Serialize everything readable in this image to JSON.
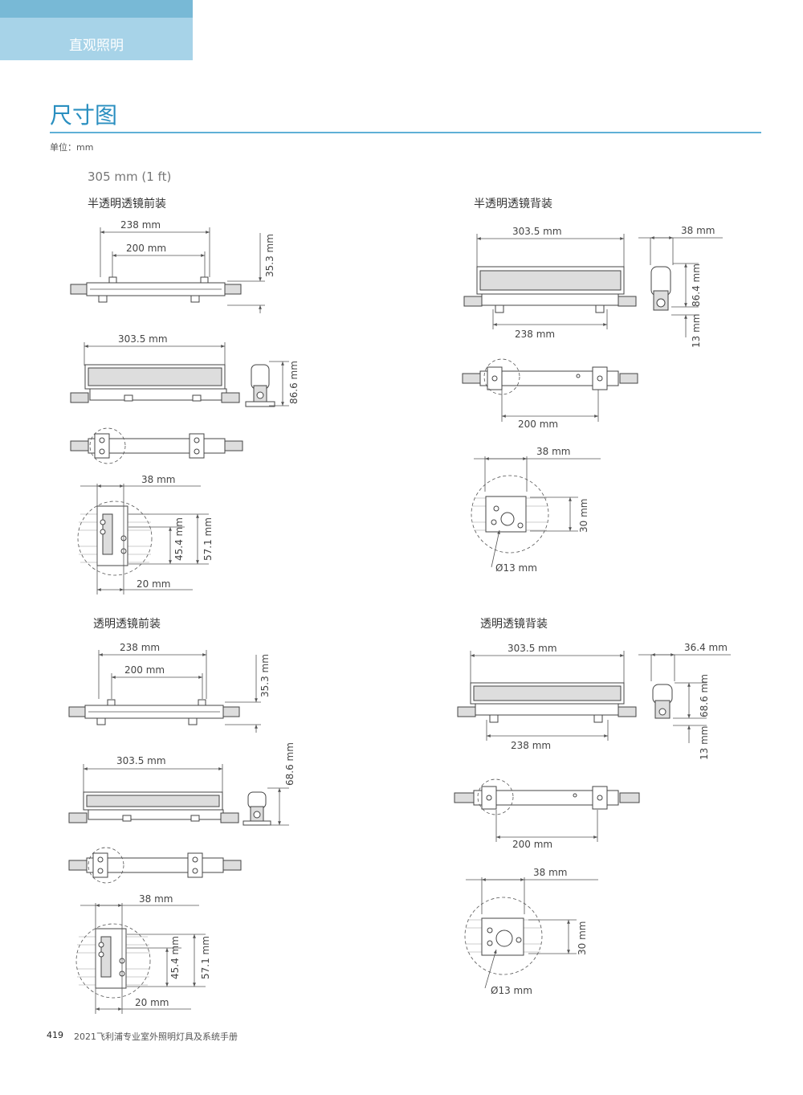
{
  "header": {
    "tab_label": "直观照明",
    "page_title": "尺寸图",
    "unit_label": "单位：mm"
  },
  "size_heading": "305 mm (1 ft)",
  "sections": {
    "semi_front": "半透明透镜前装",
    "semi_back": "半透明透镜背装",
    "clear_front": "透明透镜前装",
    "clear_back": "透明透镜背装"
  },
  "dims": {
    "d238": "238 mm",
    "d200": "200 mm",
    "d303": "303.5 mm",
    "d38": "38 mm",
    "d364": "36.4 mm",
    "d353": "35.3 mm",
    "d866": "86.6 mm",
    "d864": "86.4 mm",
    "d686": "68.6 mm",
    "d13": "13 mm",
    "d454": "45.4 mm",
    "d571": "57.1 mm",
    "d20": "20 mm",
    "d30": "30 mm",
    "dia13": "Ø13 mm"
  },
  "footer": {
    "page_number": "419",
    "text": "2021飞利浦专业室外照明灯具及系统手册"
  }
}
